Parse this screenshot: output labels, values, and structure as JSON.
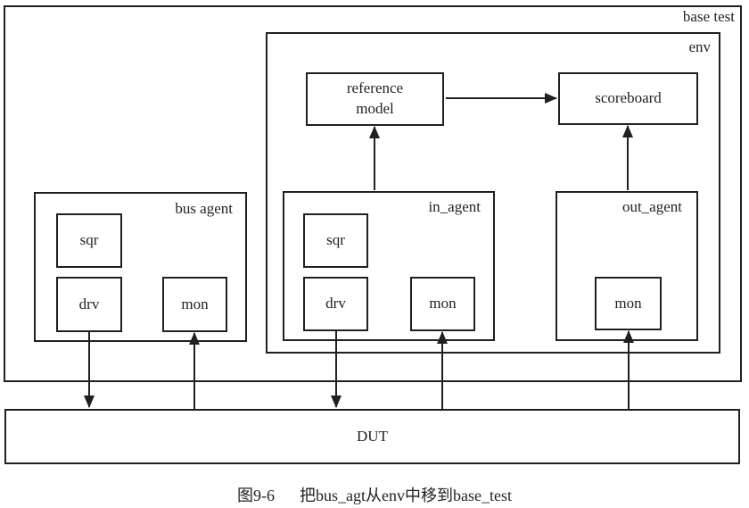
{
  "figure": {
    "caption": {
      "number": "图9-6",
      "title": "把bus_agt从env中移到base_test"
    },
    "containers": {
      "base_test": "base test",
      "env": "env",
      "bus_agent": "bus agent",
      "in_agent": "in_agent",
      "out_agent": "out_agent"
    },
    "blocks": {
      "reference_model_line1": "reference",
      "reference_model_line2": "model",
      "scoreboard": "scoreboard",
      "sqr": "sqr",
      "drv": "drv",
      "mon": "mon",
      "dut": "DUT"
    },
    "connections": [
      {
        "from": "reference model",
        "to": "scoreboard"
      },
      {
        "from": "in_agent",
        "to": "reference model"
      },
      {
        "from": "out_agent",
        "to": "scoreboard"
      },
      {
        "from": "bus agent drv",
        "to": "DUT"
      },
      {
        "from": "DUT",
        "to": "bus agent mon"
      },
      {
        "from": "in_agent drv",
        "to": "DUT"
      },
      {
        "from": "DUT",
        "to": "in_agent mon"
      },
      {
        "from": "DUT",
        "to": "out_agent mon"
      }
    ],
    "colors": {
      "line": "#231f20",
      "background": "#ffffff"
    }
  }
}
